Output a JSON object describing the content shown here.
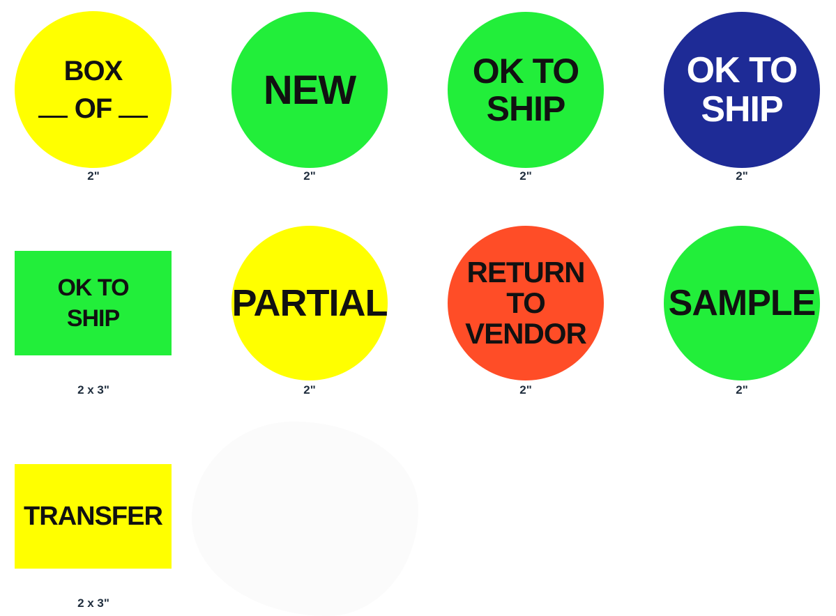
{
  "labels": [
    {
      "lines": [
        "BOX",
        "OF"
      ],
      "size": "2\"",
      "color": "#ffff00"
    },
    {
      "lines": [
        "NEW"
      ],
      "size": "2\"",
      "color": "#22ee3a"
    },
    {
      "lines": [
        "OK TO",
        "SHIP"
      ],
      "size": "2\"",
      "color": "#22ee3a"
    },
    {
      "lines": [
        "OK TO",
        "SHIP"
      ],
      "size": "2\"",
      "color": "#1e2b96"
    },
    {
      "lines": [
        "OK TO",
        "SHIP"
      ],
      "size": "2 x 3\"",
      "color": "#22ee3a"
    },
    {
      "lines": [
        "PARTIAL"
      ],
      "size": "2\"",
      "color": "#ffff00"
    },
    {
      "lines": [
        "RETURN",
        "TO",
        "VENDOR"
      ],
      "size": "2\"",
      "color": "#ff4d27"
    },
    {
      "lines": [
        "SAMPLE"
      ],
      "size": "2\"",
      "color": "#22ee3a"
    },
    {
      "lines": [
        "TRANSFER"
      ],
      "size": "2 x 3\"",
      "color": "#ffff00"
    }
  ]
}
